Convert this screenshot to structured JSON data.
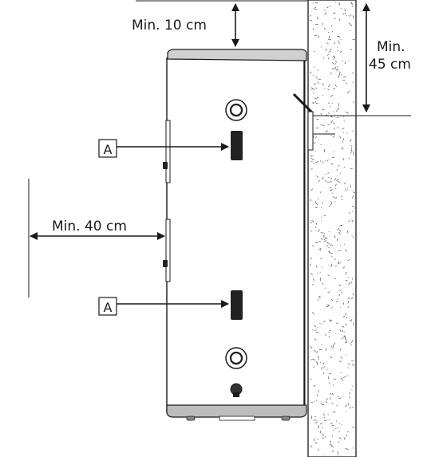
{
  "labels": {
    "top_clearance": "Min. 10 cm",
    "wall_clearance_line1": "Min.",
    "wall_clearance_line2": "45 cm",
    "side_clearance": "Min. 40 cm",
    "component_upper": "A",
    "component_lower": "A"
  },
  "colors": {
    "line": "#1a1a1a",
    "tank_body": "#ffffff",
    "cap_top": "#d0d0d0",
    "cap_bottom": "#bdbdbd",
    "component": "#222222",
    "wall_hatch": "#555555"
  }
}
